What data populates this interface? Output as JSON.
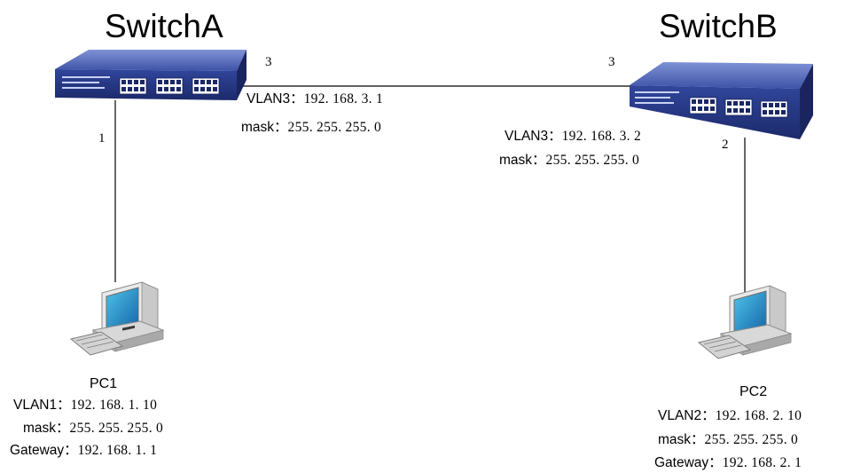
{
  "switch_a": {
    "title": "SwitchA",
    "uplink_port": "3",
    "pc_port": "1",
    "vlan_label": "VLAN3：",
    "vlan_ip": "192. 168. 3. 1",
    "mask_label": "mask：",
    "mask": "255. 255. 255. 0"
  },
  "switch_b": {
    "title": "SwitchB",
    "uplink_port": "3",
    "pc_port": "2",
    "vlan_label": "VLAN3：",
    "vlan_ip": "192. 168. 3. 2",
    "mask_label": "mask：",
    "mask": "255. 255. 255. 0"
  },
  "pc1": {
    "name": "PC1",
    "vlan_label": "VLAN1：",
    "vlan_ip": "192. 168. 1. 10",
    "mask_label": "mask：",
    "mask": "255. 255. 255. 0",
    "gateway_label": "Gateway：",
    "gateway": "192. 168. 1. 1"
  },
  "pc2": {
    "name": "PC2",
    "vlan_label": "VLAN2：",
    "vlan_ip": "192. 168. 2. 10",
    "mask_label": "mask：",
    "mask": "255. 255. 255. 0",
    "gateway_label": "Gateway：",
    "gateway": "192. 168. 2. 1"
  },
  "colors": {
    "switch_body": "#2b3e8f",
    "switch_top": "#5a6fb8",
    "link": "#000000"
  },
  "icons": {
    "switch": "network-switch-icon",
    "pc": "desktop-computer-icon"
  }
}
